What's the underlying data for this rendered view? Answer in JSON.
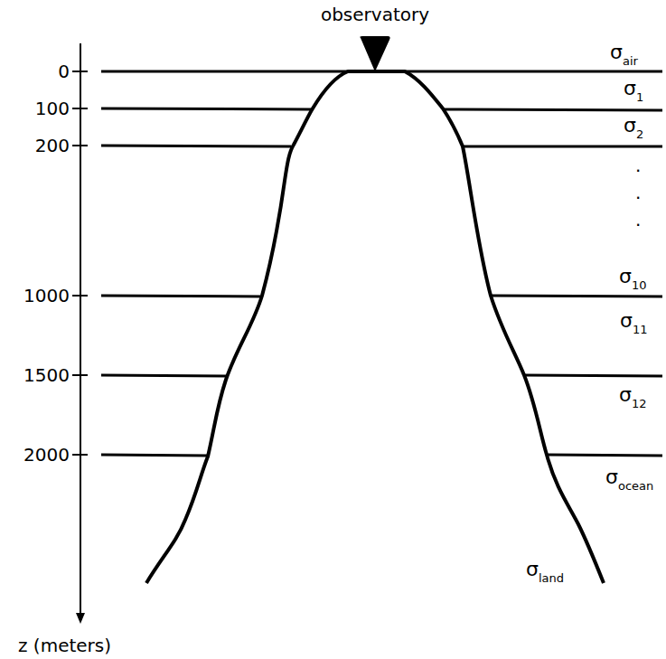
{
  "diagram": {
    "labels": [
      "observatory",
      "0",
      "100",
      "200",
      "1000",
      "1500",
      "2000",
      "z (meters)",
      "σ",
      "air",
      "σ",
      "1",
      "σ",
      "2",
      ".",
      ".",
      ".",
      "σ",
      "10",
      "σ",
      "11",
      "σ",
      "12",
      "σ",
      "ocean",
      "σ",
      "land"
    ]
  }
}
